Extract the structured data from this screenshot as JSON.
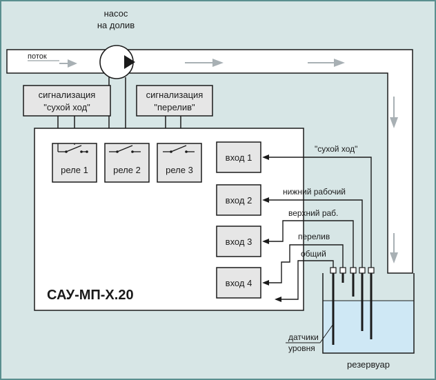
{
  "pump": {
    "line1": "насос",
    "line2": "на долив"
  },
  "flow_label": "поток",
  "alarms": [
    {
      "line1": "сигнализация",
      "line2": "\"сухой ход\""
    },
    {
      "line1": "сигнализация",
      "line2": "\"перелив\""
    }
  ],
  "relays": [
    "реле 1",
    "реле 2",
    "реле 3"
  ],
  "inputs": [
    "вход 1",
    "вход 2",
    "вход 3",
    "вход 4"
  ],
  "sensors": [
    "\"сухой ход\"",
    "нижний рабочий",
    "верхний раб.",
    "перелив",
    "общий"
  ],
  "controller_name": "САУ-МП-Х.20",
  "sensor_caption": {
    "line1": "датчики",
    "line2": "уровня"
  },
  "tank_label": "резервуар",
  "colors": {
    "background": "#d7e6e6",
    "border": "#5a8f8f",
    "pipe_arrow": "#a8b0b4",
    "water": "#cfe8f5",
    "block": "#e6e6e6",
    "line": "#1a1a1a"
  }
}
